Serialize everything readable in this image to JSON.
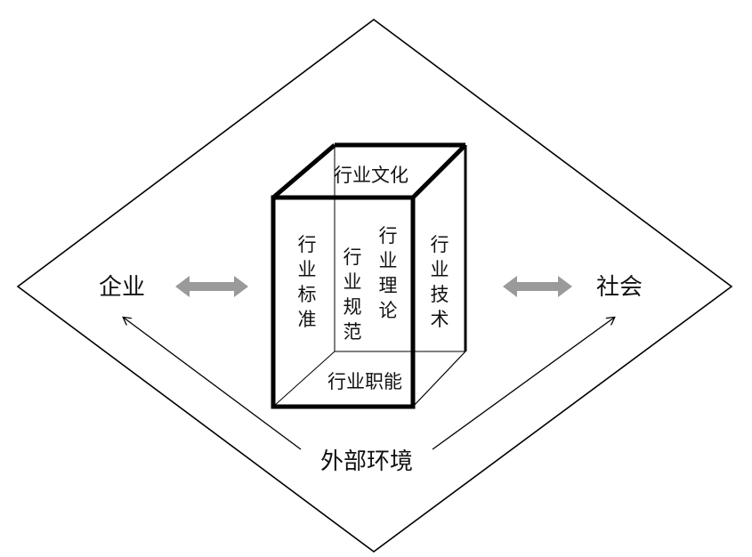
{
  "left_entity": "企业",
  "right_entity": "社会",
  "bottom_label": "外部环境",
  "box": {
    "top_face": "行业文化",
    "bottom_face": "行业职能",
    "left_face": [
      "行",
      "业",
      "标",
      "准"
    ],
    "back_left": [
      "行",
      "业",
      "规",
      "范"
    ],
    "back_right": [
      "行",
      "业",
      "理",
      "论"
    ],
    "right_face": [
      "行",
      "业",
      "技",
      "术"
    ]
  },
  "colors": {
    "line": "#000000",
    "double_arrow": "#9a9a9a",
    "text": "#111111"
  }
}
